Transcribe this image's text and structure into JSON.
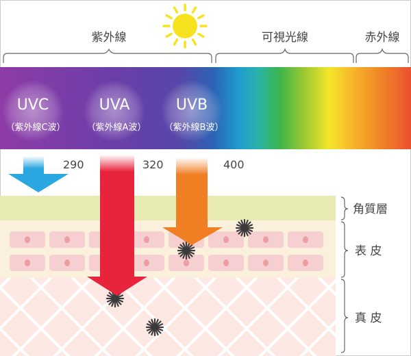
{
  "spectrum": {
    "groups": [
      {
        "id": "uv",
        "label": "紫外線"
      },
      {
        "id": "visible",
        "label": "可視光線"
      },
      {
        "id": "ir",
        "label": "赤外線"
      }
    ],
    "bands": [
      {
        "code": "UVC",
        "sub": "（紫外線C波）"
      },
      {
        "code": "UVA",
        "sub": "（紫外線A波）"
      },
      {
        "code": "UVB",
        "sub": "（紫外線B波）"
      }
    ],
    "wavelengths": [
      "290",
      "320",
      "400"
    ]
  },
  "layers": [
    {
      "id": "stratum",
      "label": "角質層"
    },
    {
      "id": "epidermis",
      "label": "表 皮"
    },
    {
      "id": "dermis",
      "label": "真 皮"
    }
  ],
  "colors": {
    "sun": "#f6e21e",
    "arrow_uvc": "#2aa6e0",
    "arrow_uva": "#e8243c",
    "arrow_uvb": "#f07e22",
    "stratum": "#e8eab4",
    "epidermis": "#fbf0dc",
    "cell": "#f6cfd0",
    "dermis": "#fde8e3"
  }
}
